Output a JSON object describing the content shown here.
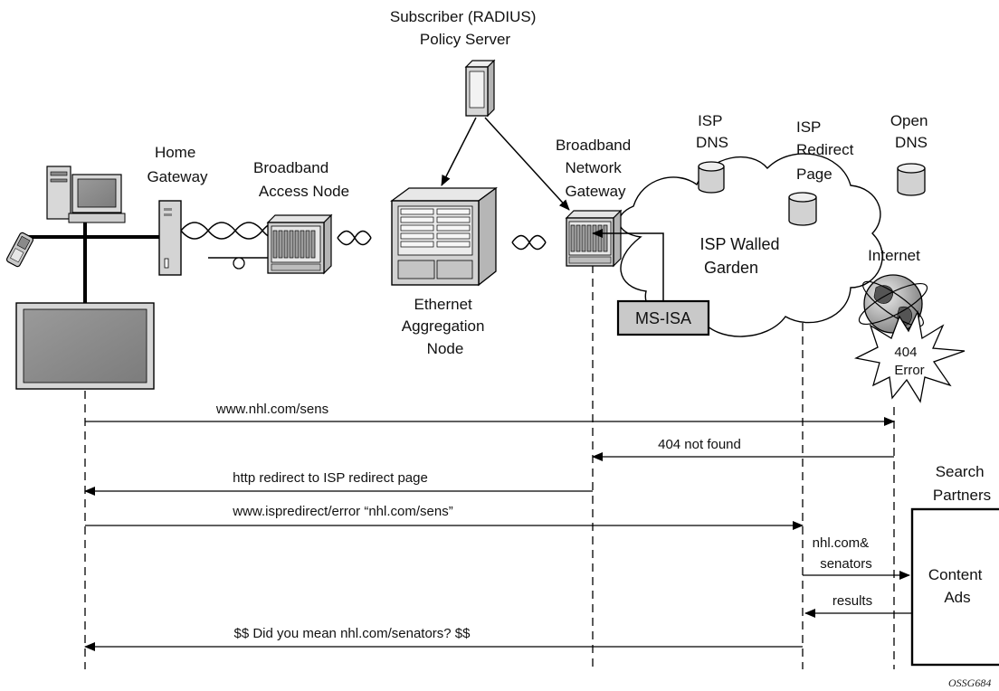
{
  "nodes": {
    "radius_server": [
      "Subscriber (RADIUS)",
      "Policy Server"
    ],
    "home_gateway": [
      "Home",
      "Gateway"
    ],
    "access_node": [
      "Broadband",
      "Access Node"
    ],
    "aggregation_node": [
      "Ethernet",
      "Aggregation",
      "Node"
    ],
    "bng": [
      "Broadband",
      "Network",
      "Gateway"
    ],
    "isp_dns": [
      "ISP",
      "DNS"
    ],
    "isp_redirect": [
      "ISP",
      "Redirect",
      "Page"
    ],
    "open_dns": [
      "Open",
      "DNS"
    ],
    "walled_garden": [
      "ISP Walled",
      "Garden"
    ],
    "ms_isa": "MS-ISA",
    "internet": "Internet",
    "error_404": [
      "404",
      "Error"
    ],
    "search_partners": [
      "Search",
      "Partners"
    ],
    "content_ads": [
      "Content",
      "Ads"
    ]
  },
  "messages": [
    {
      "text": "www.nhl.com/sens"
    },
    {
      "text": "404 not found"
    },
    {
      "text": "http redirect to ISP redirect page"
    },
    {
      "text": "www.ispredirect/error “nhl.com/sens”"
    },
    {
      "text": [
        "nhl.com&",
        "senators"
      ]
    },
    {
      "text": "results"
    },
    {
      "text": "$$ Did you mean nhl.com/senators? $$"
    }
  ],
  "figure_id": "OSSG684"
}
